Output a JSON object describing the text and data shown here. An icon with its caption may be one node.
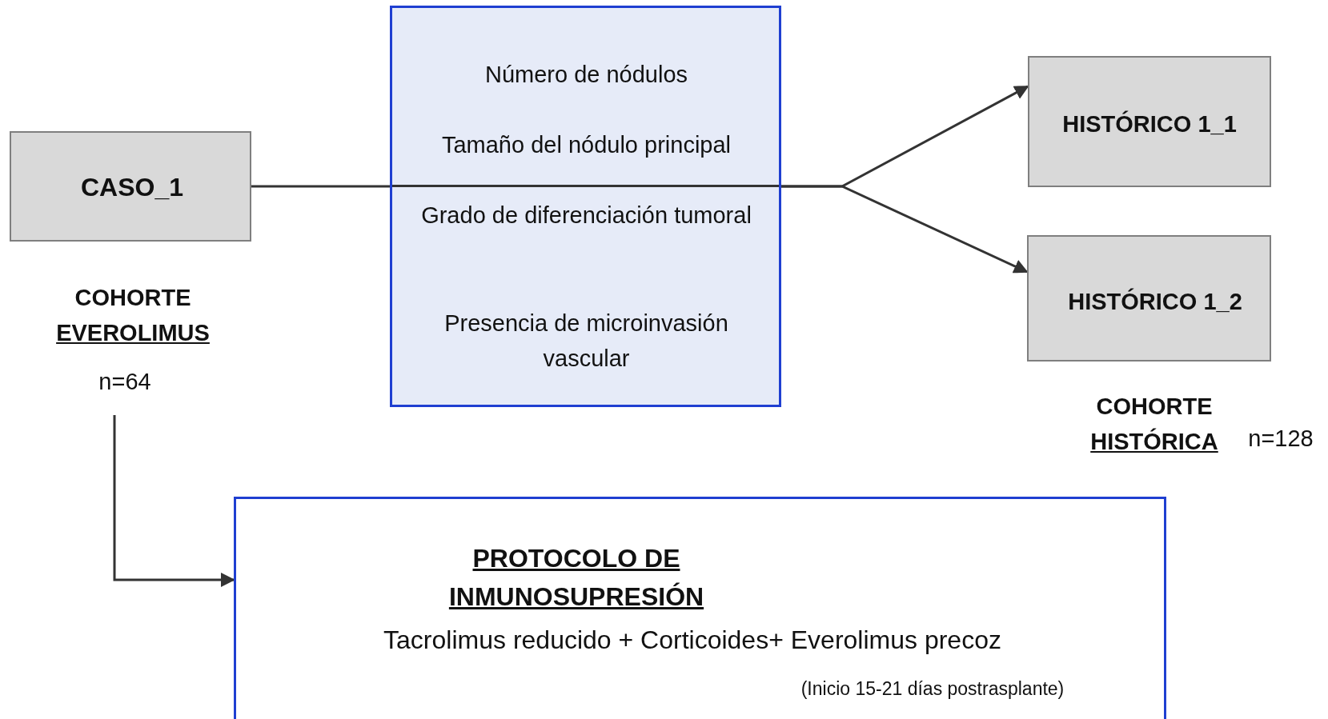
{
  "diagram": {
    "nodes": [
      {
        "text": [
          "CASO_1"
        ]
      },
      {
        "text": [
          "Número de nódulos",
          "Tamaño del nódulo principal",
          "Grado de diferenciación tumoral",
          "Presencia de microinvasión vascular"
        ]
      },
      {
        "text": [
          "HISTÓRICO 1_1"
        ]
      },
      {
        "text": [
          "HISTÓRICO 1_2"
        ]
      },
      {
        "text": [
          "PROTOCOLO DE INMUNOSUPRESIÓN",
          "Tacrolimus reducido + Corticoides+ Everolimus precoz",
          "(Inicio 15-21 días postrasplante)"
        ]
      }
    ],
    "edges": [
      {
        "from": 0,
        "to": 1,
        "arrow": "none"
      },
      {
        "from": 1,
        "to": 2,
        "arrow": "to"
      },
      {
        "from": 1,
        "to": 3,
        "arrow": "to"
      },
      {
        "from": null,
        "to": 4,
        "arrow": "to"
      }
    ],
    "labels": [
      "COHORTE",
      "EVEROLIMUS",
      "n=64",
      "COHORTE",
      "HISTÓRICA",
      "n=128"
    ]
  }
}
